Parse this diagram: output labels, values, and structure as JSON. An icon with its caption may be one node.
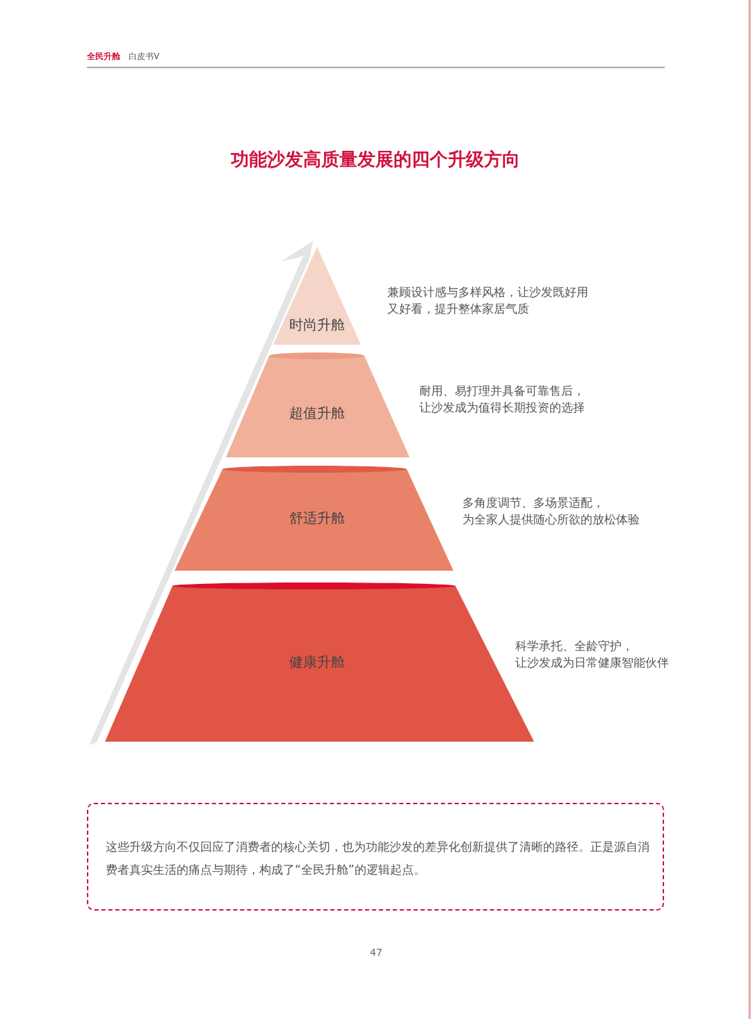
{
  "diagram": {
    "title": "功能沙发高质量发展的四个升级方向",
    "nodes": [
      {
        "text": [
          "时尚升舱"
        ],
        "beside": [
          "兼顾设计感与多样风格，让沙发既好用又好看，提升整体家居气质"
        ]
      },
      {
        "text": [
          "超值升舱"
        ],
        "beside": [
          "耐用、易打理并具备可靠售后，让沙发成为值得长期投资的选择"
        ]
      },
      {
        "text": [
          "舒适升舱"
        ],
        "beside": [
          "多角度调节、多场景适配，为全家人提供随心所欲的放松体验"
        ]
      },
      {
        "text": [
          "健康升舱"
        ],
        "beside": [
          "科学承托、全龄守护，让沙发成为日常健康智能伙伴"
        ]
      },
      {
        "text": [
          "这些升级方向不仅回应了消费者的核心关切，也为功能沙发的差异化创新提供了清晰的路径。正是源自消费者真实生活的痛点与期待，构成了“全民升舱”的逻辑起点。"
        ]
      }
    ],
    "labels": [
      "全民升舱",
      "白皮书V",
      "47"
    ]
  }
}
